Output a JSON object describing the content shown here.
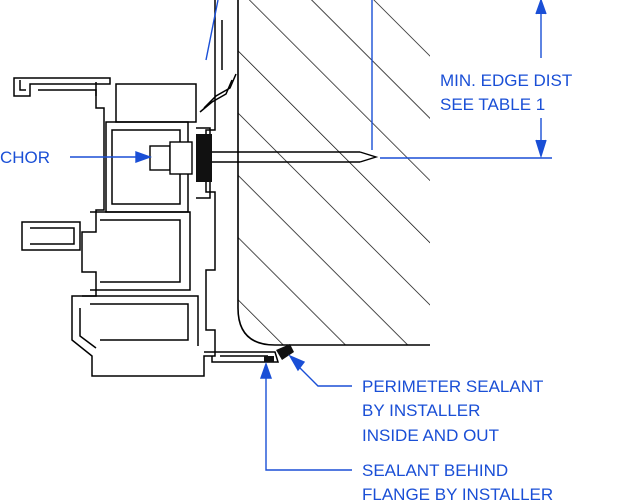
{
  "labels": {
    "edge_dist_line1": "MIN. EDGE DIST",
    "edge_dist_line2": "SEE TABLE 1",
    "anchor": "CHOR",
    "perimeter_line1": "PERIMETER SEALANT",
    "perimeter_line2": "BY INSTALLER",
    "perimeter_line3": "INSIDE AND OUT",
    "behind_line1": "SEALANT BEHIND",
    "behind_line2": "FLANGE BY INSTALLER"
  },
  "colors": {
    "line": "#000000",
    "annotation": "#1a4fd6",
    "background": "#ffffff"
  }
}
